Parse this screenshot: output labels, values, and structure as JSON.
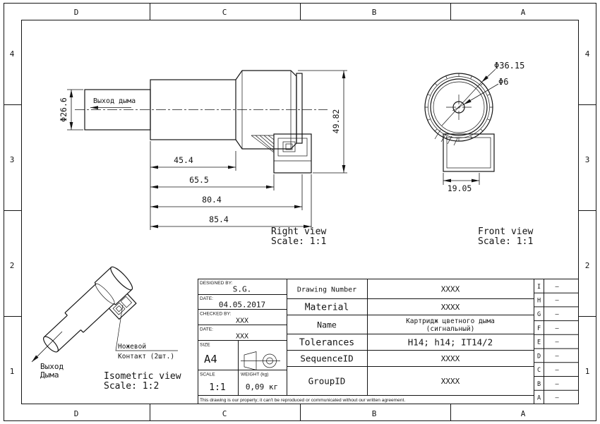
{
  "page": {
    "bg": "#ffffff",
    "line_color": "#141414"
  },
  "frame": {
    "column_letters": [
      "D",
      "C",
      "B",
      "A"
    ],
    "row_numbers": [
      "4",
      "3",
      "2",
      "1"
    ]
  },
  "right_view": {
    "caption": "Right view",
    "scale": "Scale:  1:1",
    "smoke_label": "Выход дыма",
    "dim_tube_diameter": "Φ26.6",
    "dim_total_height": "49.82",
    "dim_chain": [
      "45.4",
      "65.5",
      "80.4",
      "85.4"
    ]
  },
  "front_view": {
    "caption": "Front view",
    "scale": "Scale:  1:1",
    "dim_outer_diameter": "Φ36.15",
    "dim_hole_diameter": "Φ6",
    "dim_connector_width": "19.05"
  },
  "isometric_view": {
    "caption": "Isometric view",
    "scale": "Scale:  1:2",
    "smoke_label_line1": "Выход",
    "smoke_label_line2": "Дыма",
    "contact_label_line1": "Ножевой",
    "contact_label_line2": "Контакт (2шт.)"
  },
  "title_block": {
    "designed_by_label": "DESIGNED BY:",
    "designed_by": "S.G.",
    "date1_label": "DATE:",
    "date1": "04.05.2017",
    "checked_by_label": "CHECKED BY:",
    "checked_by": "XXX",
    "date2_label": "DATE:",
    "date2": "XXX",
    "size_label": "SIZE",
    "size": "A4",
    "scale_label": "SCALE",
    "scale": "1:1",
    "weight_label": "WEIGHT (kg)",
    "weight": "0,09 кг",
    "fields": [
      {
        "label": "Drawing Number",
        "value": "XXXX"
      },
      {
        "label": "Material",
        "value": "XXXX"
      },
      {
        "label": "Name",
        "value": "Картридж цветного дыма",
        "value2": "(сигнальный)"
      },
      {
        "label": "Tolerances",
        "value": "H14; h14; IT14/2"
      },
      {
        "label": "SequenceID",
        "value": "XXXX"
      },
      {
        "label": "GroupID",
        "value": "XXXX"
      }
    ],
    "revision_letters": [
      "I",
      "H",
      "G",
      "F",
      "E",
      "D",
      "C",
      "B",
      "A"
    ],
    "revision_value": "–",
    "disclaimer": "This drawing is our property; it can't be reproduced or communicated without our written agreement."
  }
}
